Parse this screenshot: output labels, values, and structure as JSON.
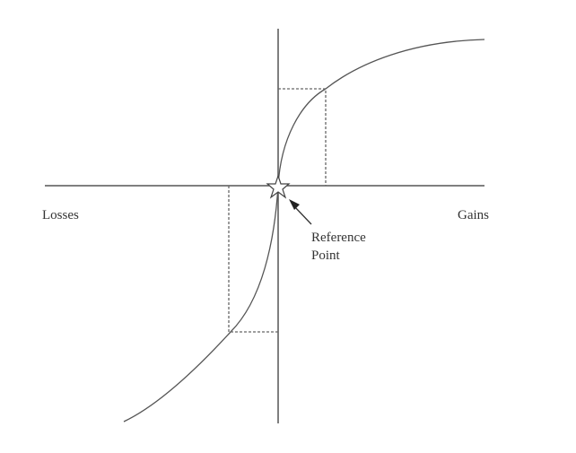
{
  "diagram": {
    "labels": {
      "losses": "Losses",
      "gains": "Gains",
      "reference_line1": "Reference",
      "reference_line2": "Point"
    },
    "colors": {
      "line": "#555555",
      "dashed": "#666666"
    }
  }
}
